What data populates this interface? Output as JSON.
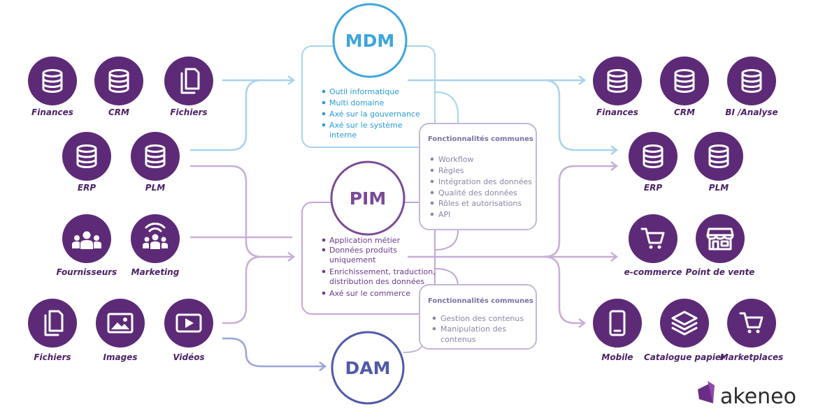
{
  "colors": {
    "node": "#5d2a78",
    "mdm": "#3da5dd",
    "pim": "#7b4a96",
    "dam": "#4f5aa8"
  },
  "sources": {
    "finances": "Finances",
    "crm": "CRM",
    "fichiers_top": "Fichiers",
    "erp": "ERP",
    "plm": "PLM",
    "fournisseurs": "Fournisseurs",
    "marketing": "Marketing",
    "fichiers_bottom": "Fichiers",
    "images": "Images",
    "videos": "Vidéos"
  },
  "targets": {
    "finances": "Finances",
    "crm": "CRM",
    "bi": "BI /Analyse",
    "erp": "ERP",
    "plm": "PLM",
    "ecommerce": "e-commerce",
    "pos": "Point de vente",
    "mobile": "Mobile",
    "catalogue": "Catalogue papier",
    "marketplaces": "Marketplaces"
  },
  "mdm": {
    "title": "MDM",
    "b1": "Outil informatique",
    "b2": "Multi domaine",
    "b3": "Axé sur la gouvernance",
    "b4a": "Axé sur le système",
    "b4b": "interne"
  },
  "pim": {
    "title": "PIM",
    "b1": "Application métier",
    "b2a": "Données produits",
    "b2b": "uniquement",
    "b3a": "Enrichissement, traduction,",
    "b3b": "distribution des données",
    "b4": "Axé sur le commerce"
  },
  "dam": {
    "title": "DAM"
  },
  "common1": {
    "title": "Fonctionnalités communes",
    "i1": "Workflow",
    "i2": "Règles",
    "i3": "Intégration des données",
    "i4": "Qualité des données",
    "i5": "Rôles et autorisations",
    "i6": "API"
  },
  "common2": {
    "title": "Fonctionnalités communes",
    "i1": "Gestion des contenus",
    "i2a": "Manipulation des",
    "i2b": "contenus"
  },
  "brand": {
    "name": "akeneo"
  }
}
